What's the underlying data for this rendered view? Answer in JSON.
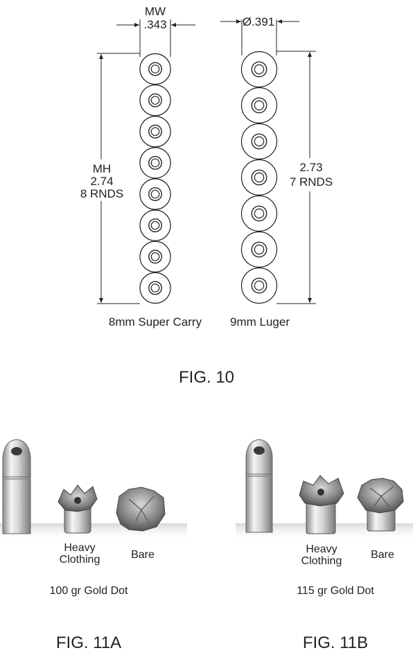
{
  "fig10": {
    "caption": "FIG. 10",
    "left": {
      "width_label": "MW",
      "width_value": ".343",
      "height_label": "MH",
      "height_value": "2.74",
      "rounds": "8 RNDS",
      "name": "8mm Super Carry",
      "round_count": 8
    },
    "right": {
      "width_value": "Ø.391",
      "height_value": "2.73",
      "rounds": "7 RNDS",
      "name": "9mm Luger",
      "round_count": 7
    }
  },
  "fig11a": {
    "caption": "FIG. 11A",
    "label_heavy_1": "Heavy",
    "label_heavy_2": "Clothing",
    "label_bare": "Bare",
    "subtitle": "100 gr Gold Dot"
  },
  "fig11b": {
    "caption": "FIG. 11B",
    "label_heavy_1": "Heavy",
    "label_heavy_2": "Clothing",
    "label_bare": "Bare",
    "subtitle": "115 gr Gold Dot"
  },
  "colors": {
    "line": "#222222",
    "metal_light": "#e8e8e8",
    "metal_dark": "#6a6a6a"
  }
}
